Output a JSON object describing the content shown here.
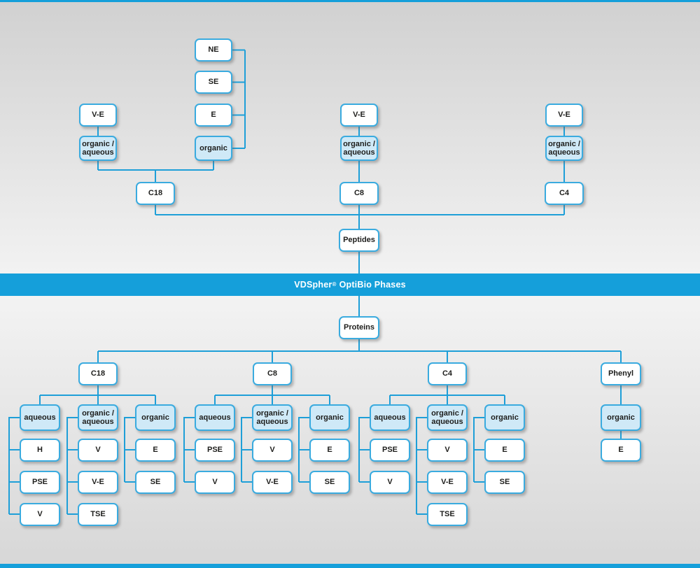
{
  "banner": {
    "title": "VDSpher® OptiBio Phases",
    "title_pre": "VDSpher",
    "title_reg": "®",
    "title_post": "OptiBio Phases"
  },
  "peptides": {
    "root_label": "Peptides",
    "left": {
      "ve": "V-E",
      "mode_mix": "organic /\naqueous",
      "elution": [
        "NE",
        "SE",
        "E"
      ],
      "mode_organic": "organic",
      "column_label": "C18"
    },
    "middle": {
      "ve": "V-E",
      "mode_mix": "organic /\naqueous",
      "column_label": "C8"
    },
    "right": {
      "ve": "V-E",
      "mode_mix": "organic /\naqueous",
      "column_label": "C4"
    }
  },
  "proteins": {
    "root_label": "Proteins",
    "branches": [
      {
        "label": "C18",
        "groups": [
          {
            "label": "aqueous",
            "children": [
              "H",
              "PSE",
              "V"
            ]
          },
          {
            "label": "organic /\naqueous",
            "children": [
              "V",
              "V-E",
              "TSE"
            ]
          },
          {
            "label": "organic",
            "children": [
              "E",
              "SE"
            ]
          }
        ]
      },
      {
        "label": "C8",
        "groups": [
          {
            "label": "aqueous",
            "children": [
              "PSE",
              "V"
            ]
          },
          {
            "label": "organic /\naqueous",
            "children": [
              "V",
              "V-E"
            ]
          },
          {
            "label": "organic",
            "children": [
              "E",
              "SE"
            ]
          }
        ]
      },
      {
        "label": "C4",
        "groups": [
          {
            "label": "aqueous",
            "children": [
              "PSE",
              "V"
            ]
          },
          {
            "label": "organic /\naqueous",
            "children": [
              "V",
              "V-E",
              "TSE"
            ]
          },
          {
            "label": "organic",
            "children": [
              "E",
              "SE"
            ]
          }
        ]
      },
      {
        "label": "Phenyl",
        "groups": [
          {
            "label": "organic",
            "children": [
              "E"
            ]
          }
        ]
      }
    ]
  },
  "colors": {
    "accent_blue": "#159fda",
    "line_blue": "#1e9fd8",
    "node_border": "#3aabdf",
    "mode_fill": "#cfe9f7",
    "text": "#1d1d1b"
  }
}
